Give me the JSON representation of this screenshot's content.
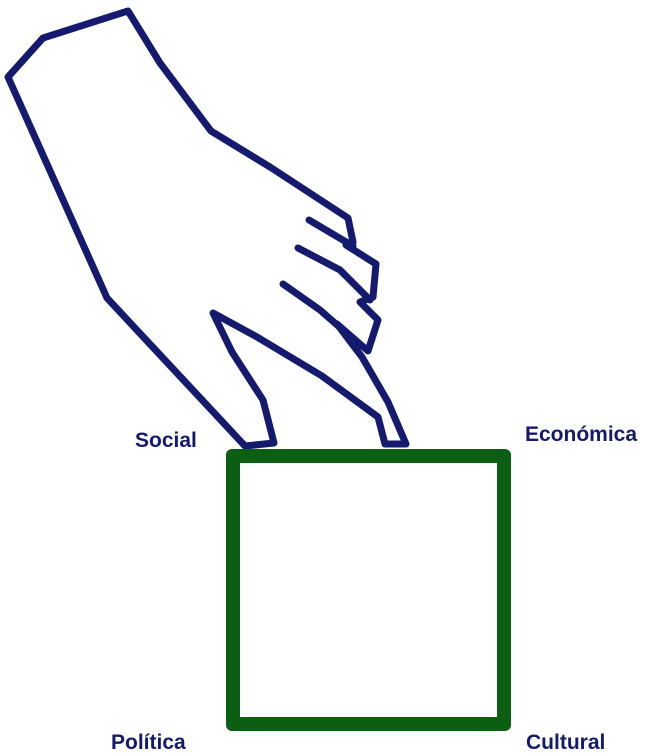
{
  "colors": {
    "hand_stroke": "#141a6e",
    "box_stroke": "#0b5e12",
    "label_text": "#141a6e"
  },
  "diagram": {
    "icon": "hand-icon",
    "labels": {
      "social": "Social",
      "economica": "Económica",
      "politica": "Política",
      "cultural": "Cultural"
    }
  }
}
